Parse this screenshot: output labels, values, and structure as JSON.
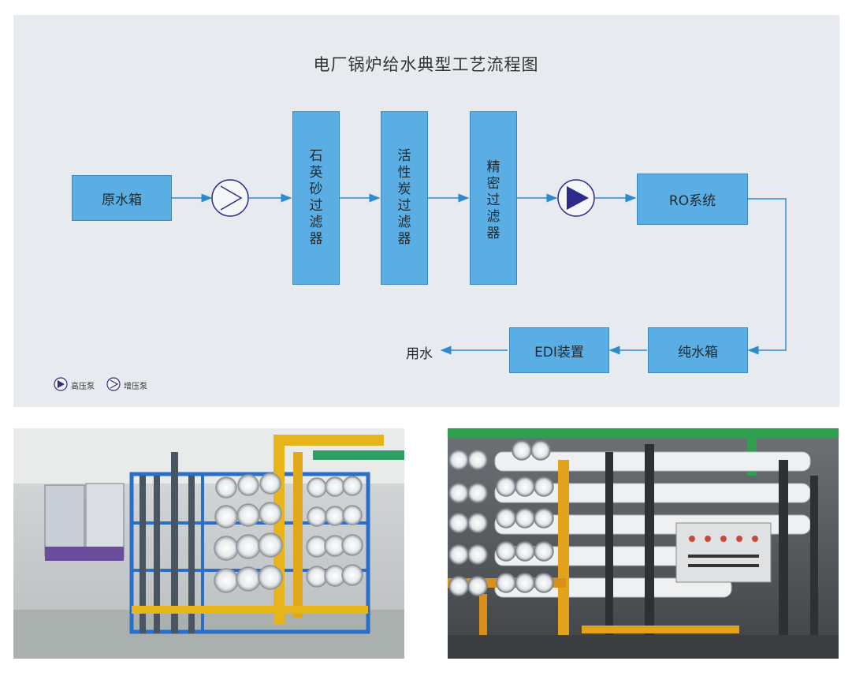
{
  "diagram": {
    "title": "电厂锅炉给水典型工艺流程图",
    "nodes": {
      "raw_tank": "原水箱",
      "quartz_filter": [
        "石",
        "英",
        "砂",
        "过",
        "滤",
        "器"
      ],
      "carbon_filter": [
        "活",
        "性",
        "炭",
        "过",
        "滤",
        "器"
      ],
      "precision_filter": [
        "精",
        "密",
        "过",
        "滤",
        "器"
      ],
      "ro_system": "RO系统",
      "pure_tank": "纯水箱",
      "edi": "EDI装置",
      "use_water": "用水"
    },
    "legend": {
      "high_pressure_pump": "高压泵",
      "booster_pump": "增压泵"
    },
    "colors": {
      "box": "#5aaee4",
      "line": "#2a8bd0",
      "pump": "#2e2b88",
      "background": "#e7eaee"
    }
  },
  "photos": [
    {
      "icon": "ro-equipment-photo-left"
    },
    {
      "icon": "ro-equipment-photo-right"
    }
  ]
}
